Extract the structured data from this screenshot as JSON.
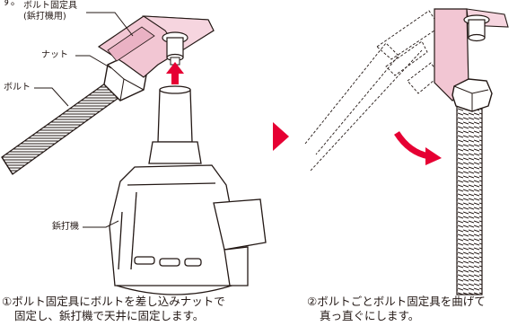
{
  "header_fragment": "す。",
  "labels": {
    "bolt_fixture_line1": "ボルト固定具",
    "bolt_fixture_line2": "(鋲打機用)",
    "nut": "ナット",
    "bolt": "ボルト",
    "nail_gun": "鋲打機"
  },
  "steps": [
    {
      "line1": "①ボルト固定具にボルトを差し込みナットで",
      "line2": "固定し、鋲打機で天井に固定します。"
    },
    {
      "line1": "②ボルトごとボルト固定具を曲げて",
      "line2": "真っ直ぐにします。"
    }
  ],
  "colors": {
    "bracket_pink": "#f2c6d3",
    "arrow_red": "#e60033",
    "line": "#231815"
  },
  "icons": [
    "up-arrow-icon",
    "next-step-triangle-icon",
    "bend-arrow-icon"
  ]
}
